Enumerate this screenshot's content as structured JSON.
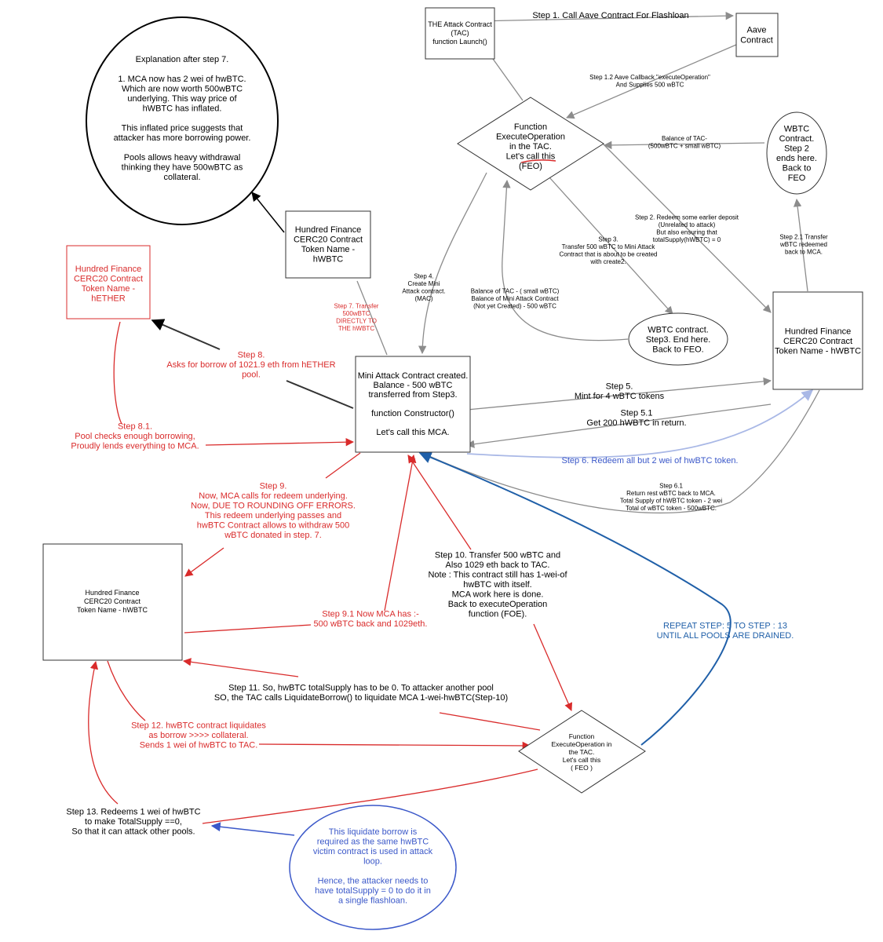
{
  "colors": {
    "black": "#000000",
    "gray": "#8c8c8c",
    "red": "#d92b2b",
    "blue": "#3b58c9",
    "dark_blue": "#1f5fa8",
    "light_blue": "#a9b8e6"
  },
  "nodes": {
    "tac": [
      "THE Attack Contract",
      "(TAC)",
      "function Launch()"
    ],
    "aave": [
      "Aave",
      "Contract"
    ],
    "feo_top": [
      "Function",
      "ExecuteOperation",
      "in the TAC.",
      "Let's call this",
      "(FEO)"
    ],
    "explanation": [
      "Explanation after step 7.",
      "",
      "1. MCA now has 2 wei of hwBTC.",
      "Which are now worth 500wBTC",
      "underlying. This way price of",
      "hWBTC has inflated.",
      "",
      "This inflated price suggests that",
      "attacker has more borrowing power.",
      "",
      "Pools allows heavy withdrawal",
      "thinking they have 500wBTC as",
      "collateral."
    ],
    "wbtc_step2": [
      "WBTC",
      "Contract.",
      "Step 2",
      "ends here.",
      "Back to",
      "FEO"
    ],
    "hwbtc_mid": [
      "Hundred Finance",
      "CERC20 Contract",
      "Token Name -",
      "hWBTC"
    ],
    "hether": [
      "Hundred Finance",
      "CERC20 Contract",
      "Token Name -",
      "hETHER"
    ],
    "hwbtc_right": [
      "Hundred Finance",
      "CERC20 Contract",
      "Token Name - hWBTC"
    ],
    "wbtc_step3": [
      "WBTC contract.",
      "Step3. End here.",
      "Back to FEO."
    ],
    "mca": [
      "Mini Attack Contract created.",
      "Balance - 500 wBTC",
      "transferred from Step3.",
      "",
      "function Constructor()",
      "",
      "Let's call this MCA."
    ],
    "hwbtc_left": [
      "Hundred Finance",
      "CERC20 Contract",
      "Token Name - hWBTC"
    ],
    "feo_bottom": [
      "Function",
      "ExecuteOperation in",
      "the TAC.",
      "Let's call this",
      "( FEO )"
    ],
    "note_circle": [
      "This liquidate borrow is",
      "required as the same hwBTC",
      "victim contract is used in attack",
      "loop.",
      "",
      "Hence, the attacker needs to",
      "have totalSupply = 0 to do it in",
      "a single flashloan."
    ]
  },
  "labels": {
    "step1": [
      "Step 1. Call Aave Contract For Flashloan"
    ],
    "step1_2": [
      "Step 1.2 Aave Callback \"executeOperation\"",
      "And Supplies 500 wBTC"
    ],
    "balance_tac": [
      "Balance of TAC-",
      "(500wBTC + small wBTC)"
    ],
    "step2": [
      "Step 2. Redeem some earlier deposit",
      "(Unrelated to attack)",
      "But also ensuring that",
      "totalSupply(hWBTC) = 0"
    ],
    "step2_1": [
      "Step 2.1 Transfer",
      "wBTC redeemed",
      "back to MCA."
    ],
    "step3": [
      "Step 3.",
      "Transfer 500 wBTC to Mini Attack",
      "Contract that is about to be created",
      "with create2."
    ],
    "balance_tac_small": [
      "Balance of TAC - ( small wBTC)",
      "Balance of Mini Attack Contract",
      "(Not yet Created) - 500 wBTC"
    ],
    "step4": [
      "Step 4.",
      "Create Mini",
      "Attack contract.",
      "(MAC)"
    ],
    "step7": [
      "Step 7. Transfer",
      "500wBTC",
      "DIRECTLY TO",
      "THE hWBTC"
    ],
    "step8": [
      "Step 8.",
      "Asks for borrow of 1021.9 eth from hETHER",
      "pool."
    ],
    "step8_1": [
      "Step 8.1.",
      "Pool checks enough borrowing,",
      "Proudly lends everything to MCA."
    ],
    "step5": [
      "Step 5.",
      "Mint for 4 wBTC tokens"
    ],
    "step5_1": [
      "Step 5.1",
      "Get 200 hWBTC in return."
    ],
    "step6": [
      "Step 6. Redeem all but 2 wei of hwBTC token."
    ],
    "step6_1": [
      "Step 6.1",
      "Return rest wBTC back to MCA.",
      "Total Supply of hWBTC token - 2 wei",
      "Total of wBTC token - 500wBTC."
    ],
    "step9": [
      "Step 9.",
      "Now, MCA calls for redeem underlying.",
      "Now, DUE TO ROUNDING OFF ERRORS.",
      "This redeem underlying passes and",
      "hwBTC Contract allows to withdraw 500",
      "wBTC donated in step. 7."
    ],
    "step10": [
      "Step 10. Transfer 500 wBTC and",
      "Also 1029 eth back to TAC.",
      "Note : This contract still has 1-wei-of",
      "hwBTC with itself.",
      "MCA work here is done.",
      "Back to executeOperation",
      "function (FOE)."
    ],
    "step9_1": [
      "Step 9.1 Now MCA has :-",
      "500 wBTC back and 1029eth."
    ],
    "repeat": [
      "REPEAT STEP: 5 TO STEP : 13",
      "UNTIL ALL POOLS ARE DRAINED."
    ],
    "step11": [
      "Step 11. So, hwBTC totalSupply has to be 0. To attacker another pool",
      "SO, the TAC calls LiquidateBorrow() to liquidate MCA 1-wei-hwBTC(Step-10)"
    ],
    "step12": [
      "Step 12. hwBTC contract liquidates",
      "as borrow >>>> collateral.",
      "Sends 1 wei of hwBTC to TAC."
    ],
    "step13": [
      "Step 13. Redeems 1 wei of hwBTC",
      "to make TotalSupply ==0,",
      "So that it can attack other pools."
    ]
  }
}
